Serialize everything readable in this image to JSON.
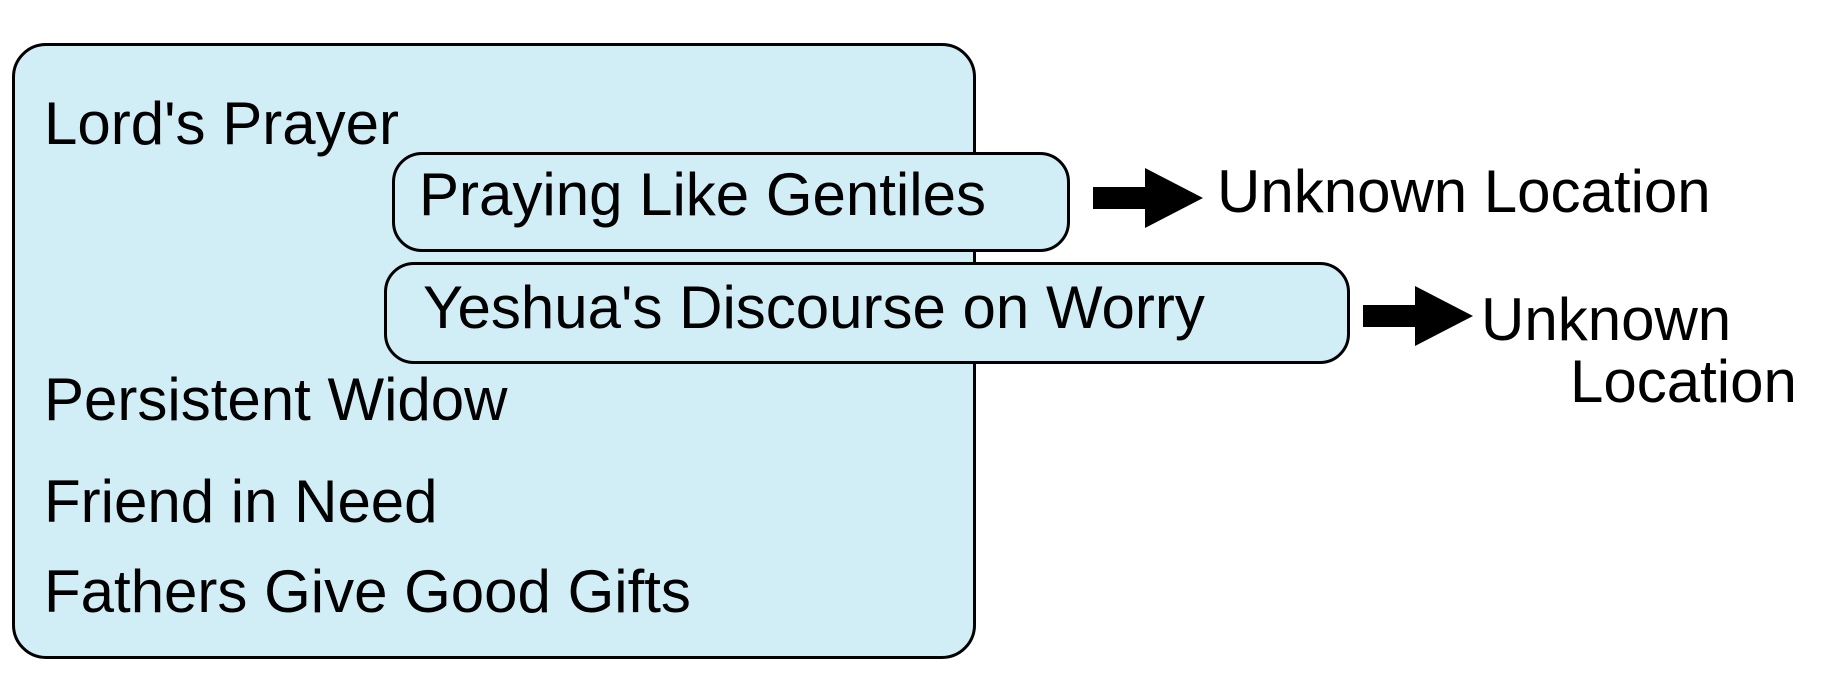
{
  "main_box": {
    "items": [
      "Lord's Prayer",
      "Persistent Widow",
      "Friend in Need",
      "Fathers Give Good Gifts"
    ]
  },
  "links": [
    {
      "event": "Praying Like Gentiles",
      "location_lines": [
        "Unknown Location"
      ]
    },
    {
      "event": "Yeshua's Discourse on Worry",
      "location_lines": [
        "Unknown",
        "Location"
      ]
    }
  ],
  "colors": {
    "box_fill": "#d1edf5",
    "outline": "#000000",
    "text": "#000000"
  }
}
